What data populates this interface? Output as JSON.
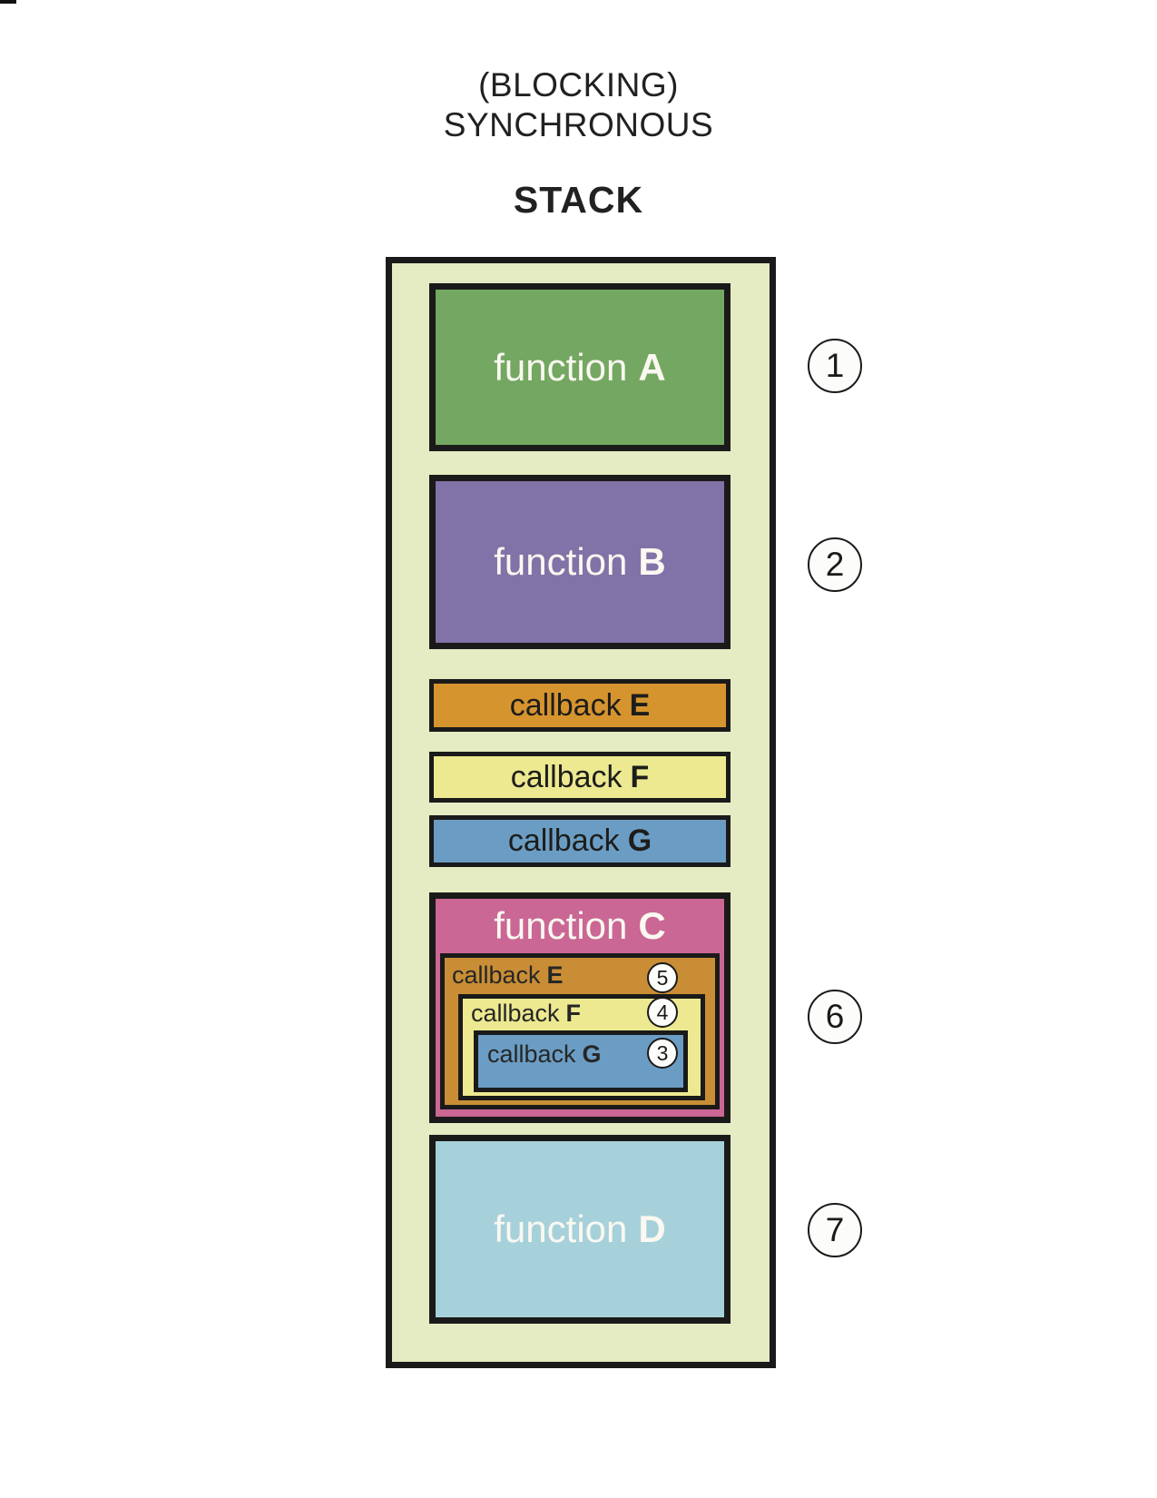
{
  "header": {
    "subtitle_line1": "(BLOCKING)",
    "subtitle_line2": "SYNCHRONOUS",
    "title": "STACK"
  },
  "stack": {
    "container_color": "#E5EBC2",
    "border_color": "#1A1A1A",
    "frames": {
      "a": {
        "word": "function",
        "letter": "A",
        "color": "#74A761",
        "text_color": "#FAF8F1"
      },
      "b": {
        "word": "function",
        "letter": "B",
        "color": "#8173A7",
        "text_color": "#FAF8F1"
      },
      "e": {
        "word": "callback",
        "letter": "E",
        "color": "#D6942F",
        "text_color": "#1D1D1B"
      },
      "f": {
        "word": "callback",
        "letter": "F",
        "color": "#ECE990",
        "text_color": "#1D1D1B"
      },
      "g": {
        "word": "callback",
        "letter": "G",
        "color": "#6B9DC4",
        "text_color": "#1D1D1B"
      },
      "c": {
        "word": "function",
        "letter": "C",
        "color": "#CA6794",
        "text_color": "#FAF8F1",
        "nested_e": {
          "word": "callback",
          "letter": "E",
          "badge": "5",
          "color": "#C98E35"
        },
        "nested_f": {
          "word": "callback",
          "letter": "F",
          "badge": "4",
          "color": "#ECE990"
        },
        "nested_g": {
          "word": "callback",
          "letter": "G",
          "badge": "3",
          "color": "#6B9DC4"
        }
      },
      "d": {
        "word": "function",
        "letter": "D",
        "color": "#A7D1DA",
        "text_color": "#FAF8F1"
      }
    }
  },
  "steps": [
    {
      "label": "1"
    },
    {
      "label": "2"
    },
    {
      "label": "6"
    },
    {
      "label": "7"
    }
  ]
}
